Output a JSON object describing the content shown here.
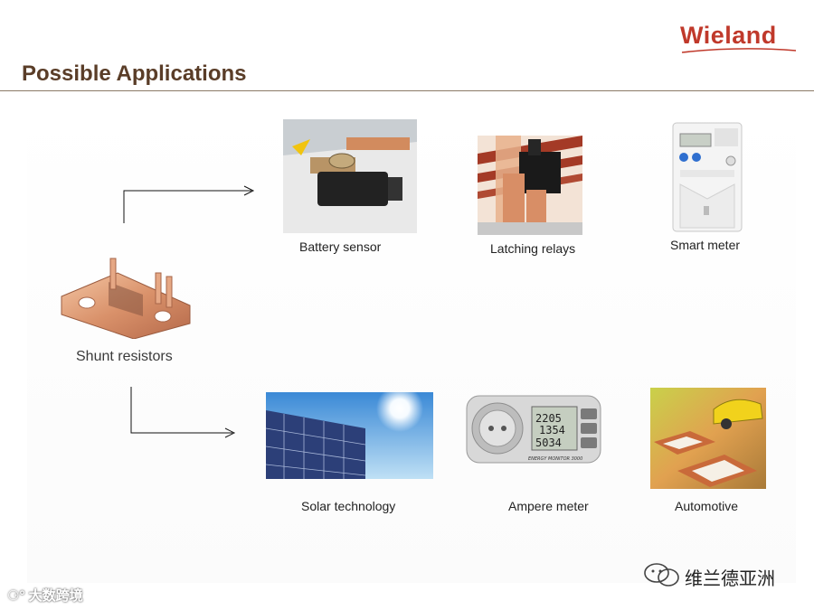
{
  "brand": {
    "logo_text": "Wieland",
    "color": "#c0392b"
  },
  "slide": {
    "title": "Possible Applications",
    "title_color": "#5a3d28"
  },
  "source": {
    "label": "Shunt resistors"
  },
  "applications": {
    "battery_sensor": "Battery sensor",
    "latching_relays": "Latching relays",
    "smart_meter": "Smart meter",
    "solar_technology": "Solar technology",
    "ampere_meter": "Ampere meter",
    "automotive": "Automotive"
  },
  "meter_display": {
    "line1": "2205",
    "line2": "1354",
    "line3": "5034",
    "brand_band": "ENERGY MONITOR 3000"
  },
  "watermarks": {
    "left": "大数跨境",
    "right": "维兰德亚洲"
  },
  "icons": [
    "chat-bubble-icon",
    "watermark-logo-icon"
  ]
}
